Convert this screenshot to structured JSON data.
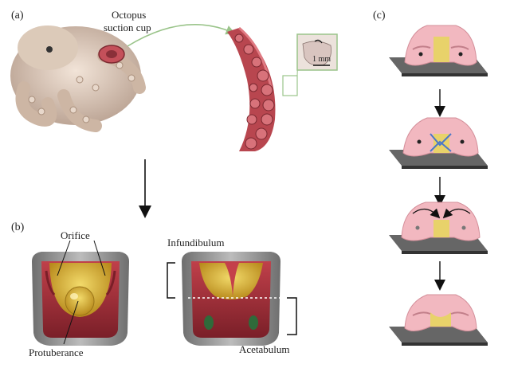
{
  "panels": {
    "a": "(a)",
    "b": "(b)",
    "c": "(c)"
  },
  "labels": {
    "octopus_line1": "Octopus",
    "octopus_line2": "suction cup",
    "scale": "1 mm",
    "orifice": "Orifice",
    "protuberance": "Protuberance",
    "infundibulum": "Infundibulum",
    "acetabulum": "Acetabulum"
  },
  "colors": {
    "octopus_skin": "#e6d2c3",
    "tentacle_red": "#b8464f",
    "cup_gold": "#d8b63a",
    "cup_gray": "#8a8a8a",
    "cup_red": "#a8303a",
    "pink_cup": "#f2b8c0",
    "substrate": "#555555",
    "arrow_green": "#9ac48a"
  }
}
